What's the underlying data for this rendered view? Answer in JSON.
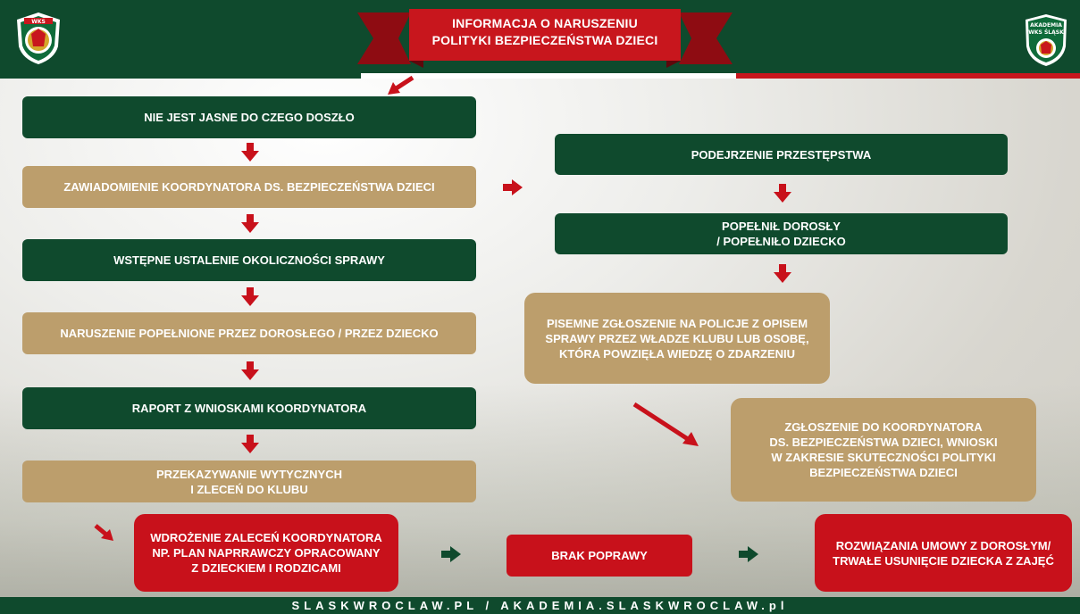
{
  "header": {
    "title_line1": "INFORMACJA O NARUSZENIU",
    "title_line2": "POLITYKI BEZPIECZEŃSTWA DZIECI",
    "logo_left": {
      "icon": "wks-slask-crest-icon",
      "text": "WKS"
    },
    "logo_right": {
      "icon": "akademia-wks-slask-crest-icon",
      "text": "AKADEMIA WKS ŚLĄSK"
    }
  },
  "left_column": {
    "box1": "NIE JEST JASNE DO CZEGO DOSZŁO",
    "box2": "ZAWIADOMIENIE KOORDYNATORA DS. BEZPIECZEŃSTWA DZIECI",
    "box3": "WSTĘPNE USTALENIE OKOLICZNOŚCI SPRAWY",
    "box4": "NARUSZENIE POPEŁNIONE PRZEZ DOROSŁEGO / PRZEZ DZIECKO",
    "box5": "RAPORT Z WNIOSKAMI KOORDYNATORA",
    "box6_line1": "PRZEKAZYWANIE WYTYCZNYCH",
    "box6_line2": "I ZLECEŃ DO KLUBU"
  },
  "right_column": {
    "box1": "PODEJRZENIE PRZESTĘPSTWA",
    "box2_line1": "POPEŁNIŁ DOROSŁY",
    "box2_line2": "/ POPEŁNIŁO DZIECKO",
    "box3_line1": "PISEMNE ZGŁOSZENIE NA POLICJE Z OPISEM",
    "box3_line2": "SPRAWY PRZEZ WŁADZE KLUBU LUB OSOBĘ,",
    "box3_line3": "KTÓRA POWZIĘŁA WIEDZĘ O ZDARZENIU",
    "box4_line1": "ZGŁOSZENIE DO KOORDYNATORA",
    "box4_line2": "DS. BEZPIECZEŃSTWA DZIECI, WNIOSKI",
    "box4_line3": "W ZAKRESIE SKUTECZNOŚCI POLITYKI",
    "box4_line4": "BEZPIECZEŃSTWA DZIECI"
  },
  "bottom_row": {
    "box1_line1": "WDROŻENIE ZALECEŃ KOORDYNATORA",
    "box1_line2": "NP. PLAN NAPRRAWCZY OPRACOWANY",
    "box1_line3": "Z DZIECKIEM I RODZICAMI",
    "box2": "BRAK POPRAWY",
    "box3_line1": "ROZWIĄZANIA UMOWY Z DOROSŁYM/",
    "box3_line2": "TRWAŁE USUNIĘCIE DZIECKA Z ZAJĘĆ"
  },
  "footer": {
    "text": "SLASKWROCLAW.PL / AKADEMIA.SLASKWROCLAW.pl"
  },
  "colors": {
    "green": "#0f4a2d",
    "gold": "#bc9e6c",
    "red": "#c8111b",
    "white": "#ffffff"
  }
}
